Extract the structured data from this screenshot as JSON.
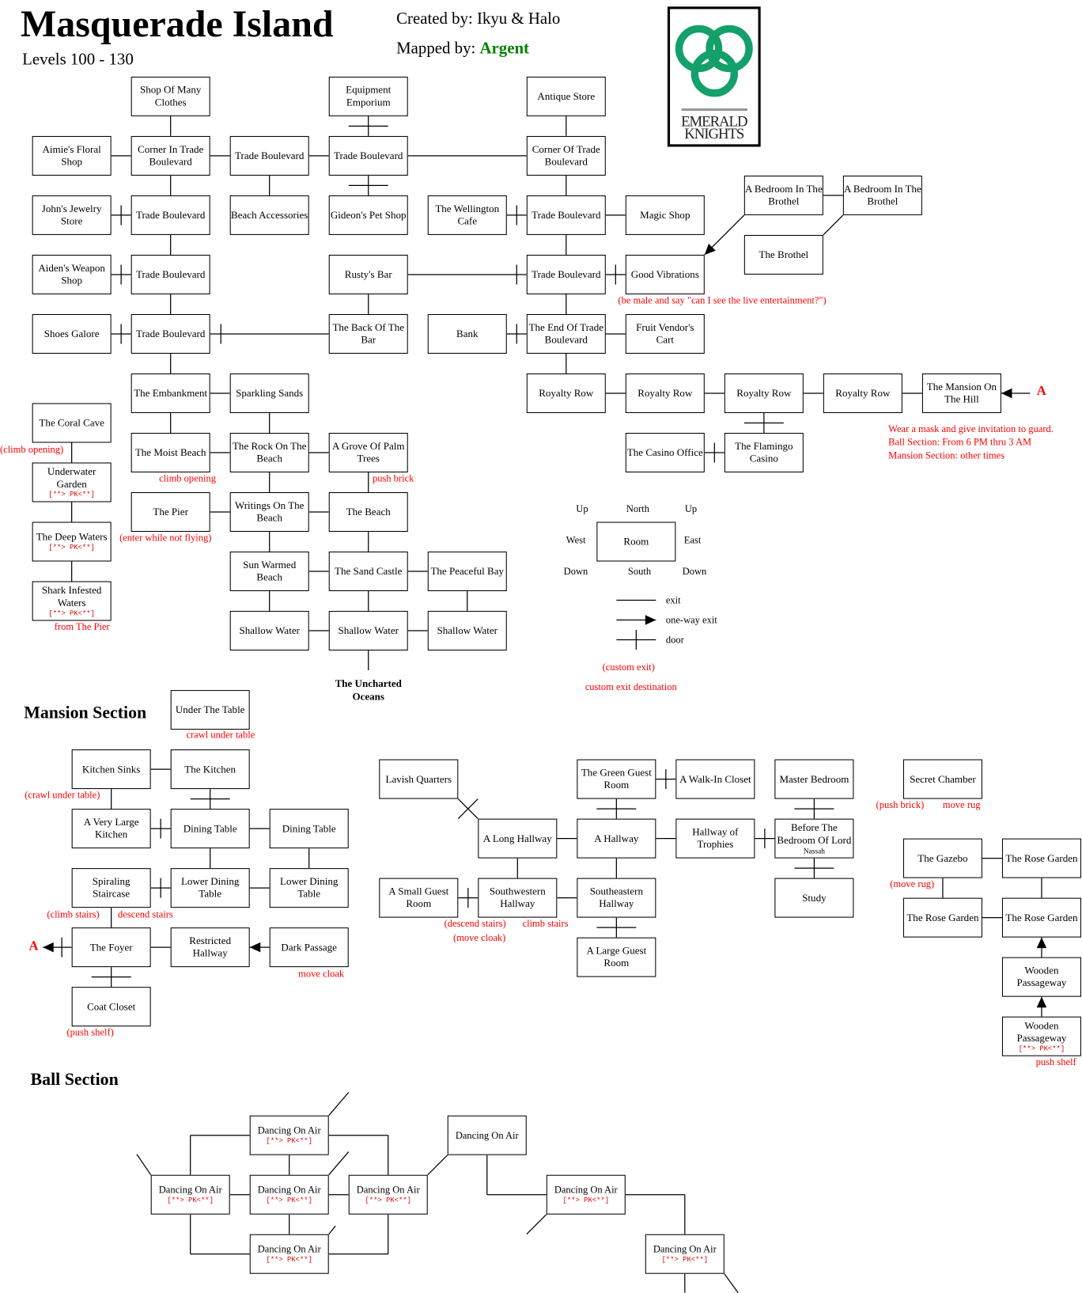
{
  "header": {
    "title": "Masquerade Island",
    "levels": "Levels 100 - 130",
    "created_by": "Created by: Ikyu & Halo",
    "mapped_by_label": "Mapped by:",
    "mapped_by_name": "Argent",
    "logo_text_1": "EMERALD",
    "logo_text_2": "KNIGHTS"
  },
  "colors": {
    "note": "#ff0000",
    "mapper": "#008000",
    "logo": "#13a06a"
  },
  "pk_tag": "[**> PK<**]",
  "rooms": {
    "main": [
      {
        "name": "Shop Of Many Clothes"
      },
      {
        "name": "Equipment Emporium"
      },
      {
        "name": "Antique Store"
      },
      {
        "name": "Aimie's Floral Shop"
      },
      {
        "name": "Corner In Trade Boulevard"
      },
      {
        "name": "Trade Boulevard"
      },
      {
        "name": "Trade Boulevard"
      },
      {
        "name": "Corner Of Trade Boulevard"
      },
      {
        "name": "John's Jewelry Store"
      },
      {
        "name": "Trade Boulevard"
      },
      {
        "name": "Beach Accessories"
      },
      {
        "name": "Gideon's Pet Shop"
      },
      {
        "name": "The Wellington Cafe"
      },
      {
        "name": "Trade Boulevard"
      },
      {
        "name": "Magic Shop"
      },
      {
        "name": "A Bedroom In The Brothel"
      },
      {
        "name": "A Bedroom In The Brothel"
      },
      {
        "name": "The Brothel"
      },
      {
        "name": "Aiden's Weapon Shop"
      },
      {
        "name": "Trade Boulevard"
      },
      {
        "name": "Rusty's Bar"
      },
      {
        "name": "Trade Boulevard"
      },
      {
        "name": "Good Vibrations"
      },
      {
        "name": "Shoes Galore"
      },
      {
        "name": "Trade Boulevard"
      },
      {
        "name": "The Back Of The Bar"
      },
      {
        "name": "Bank"
      },
      {
        "name": "The End Of Trade Boulevard"
      },
      {
        "name": "Fruit Vendor's Cart"
      },
      {
        "name": "The Embankment"
      },
      {
        "name": "Sparkling Sands"
      },
      {
        "name": "Royalty Row"
      },
      {
        "name": "Royalty Row"
      },
      {
        "name": "Royalty Row"
      },
      {
        "name": "Royalty Row"
      },
      {
        "name": "The Mansion On The Hill"
      },
      {
        "name": "The Coral Cave"
      },
      {
        "name": "Underwater Garden",
        "tag": "[**> PK<**]"
      },
      {
        "name": "The Deep Waters",
        "tag": "[**> PK<**]"
      },
      {
        "name": "Shark Infested Waters",
        "tag": "[**> PK<**]"
      },
      {
        "name": "The Moist Beach"
      },
      {
        "name": "The Rock On The Beach"
      },
      {
        "name": "A Grove Of Palm Trees"
      },
      {
        "name": "The Casino Office"
      },
      {
        "name": "The Flamingo Casino"
      },
      {
        "name": "The Pier"
      },
      {
        "name": "Writings On The Beach"
      },
      {
        "name": "The Beach"
      },
      {
        "name": "Sun Warmed Beach"
      },
      {
        "name": "The Sand Castle"
      },
      {
        "name": "The Peaceful Bay"
      },
      {
        "name": "Shallow Water"
      },
      {
        "name": "Shallow Water"
      },
      {
        "name": "Shallow Water"
      }
    ],
    "mansion": [
      {
        "name": "Under The Table"
      },
      {
        "name": "Kitchen Sinks"
      },
      {
        "name": "The Kitchen"
      },
      {
        "name": "A Very Large Kitchen"
      },
      {
        "name": "Dining Table"
      },
      {
        "name": "Dining Table"
      },
      {
        "name": "Spiraling Staircase"
      },
      {
        "name": "Lower Dining Table"
      },
      {
        "name": "Lower Dining Table"
      },
      {
        "name": "The Foyer"
      },
      {
        "name": "Restricted Hallway"
      },
      {
        "name": "Dark Passage"
      },
      {
        "name": "Coat Closet"
      },
      {
        "name": "Lavish Quarters"
      },
      {
        "name": "The Green Guest Room"
      },
      {
        "name": "A Walk-In Closet"
      },
      {
        "name": "Master Bedroom"
      },
      {
        "name": "A Long Hallway"
      },
      {
        "name": "A Hallway"
      },
      {
        "name": "Hallway of Trophies"
      },
      {
        "name": "Before The Bedroom Of Lord",
        "small": "Nassah"
      },
      {
        "name": "A Small Guest Room"
      },
      {
        "name": "Southwestern Hallway"
      },
      {
        "name": "Southeastern Hallway"
      },
      {
        "name": "Study"
      },
      {
        "name": "A Large Guest Room"
      },
      {
        "name": "Secret Chamber"
      },
      {
        "name": "The Gazebo"
      },
      {
        "name": "The Rose Garden"
      },
      {
        "name": "The Rose Garden"
      },
      {
        "name": "The Rose Garden"
      },
      {
        "name": "Wooden Passageway"
      },
      {
        "name": "Wooden Passageway",
        "tag": "[**> PK<**]"
      }
    ],
    "ball": [
      {
        "name": "Dancing On Air",
        "tag": "[**> PK<**]"
      },
      {
        "name": "Dancing On Air",
        "tag": "[**> PK<**]"
      },
      {
        "name": "Dancing On Air",
        "tag": "[**> PK<**]"
      },
      {
        "name": "Dancing On Air",
        "tag": "[**> PK<**]"
      },
      {
        "name": "Dancing On Air",
        "tag": "[**> PK<**]"
      },
      {
        "name": "Dancing On Air"
      },
      {
        "name": "Dancing On Air",
        "tag": "[**> PK<**]"
      },
      {
        "name": "Dancing On Air",
        "tag": "[**> PK<**]"
      }
    ]
  },
  "sections": {
    "mansion": "Mansion Section",
    "ball": "Ball Section"
  },
  "uncharted": "The Uncharted Oceans",
  "notes": {
    "main": [
      "(climb opening)",
      "from The Pier",
      "climb opening",
      "push brick",
      "(enter while not flying)",
      "(be male and say \"can I see the live entertainment?\")",
      "Wear a mask and give invitation to guard.",
      "Ball Section: From 6 PM thru 3 AM",
      "Mansion Section: other times",
      "A"
    ],
    "mansion": [
      "crawl under table",
      "(crawl under table)",
      "(climb stairs)",
      "descend stairs",
      "A",
      "move cloak",
      "(push shelf)",
      "(descend stairs)",
      "climb stairs",
      "(move cloak)",
      "(push brick)",
      "move rug",
      "(move rug)",
      "push shelf"
    ]
  },
  "legend": {
    "up_left": "Up",
    "north": "North",
    "up_right": "Up",
    "west": "West",
    "room": "Room",
    "east": "East",
    "down_left": "Down",
    "south": "South",
    "down_right": "Down",
    "exit": "exit",
    "one_way": "one-way exit",
    "door": "door",
    "custom_exit": "(custom exit)",
    "custom_dest": "custom exit destination"
  }
}
